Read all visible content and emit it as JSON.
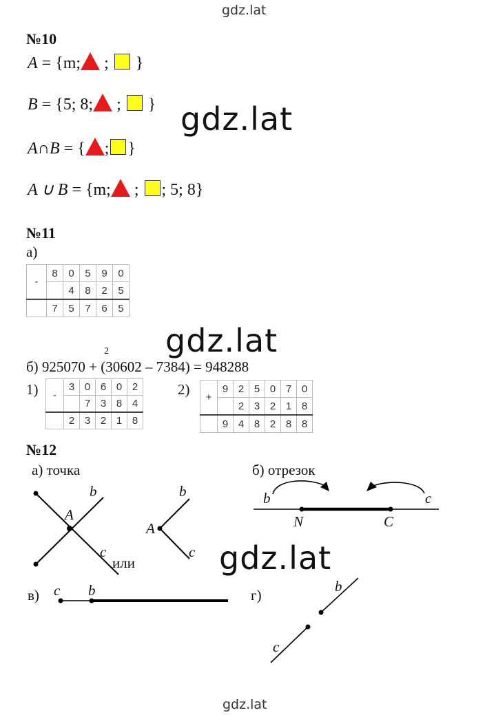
{
  "watermark": {
    "top": "gdz.lat",
    "bottom": "gdz.lat",
    "big": "gdz.lat"
  },
  "task10": {
    "number": "№10",
    "a_prefix": "A",
    "a_eq": " = {m;",
    "a_sep": " ; ",
    "a_close": " }",
    "b_prefix": "B",
    "b_eq": " = {5; 8;",
    "b_sep": " ; ",
    "b_close": " }",
    "ab_prefix": "A∩B",
    "ab_eq": " = {",
    "ab_sep": ";",
    "ab_close": "}",
    "u_prefix": "A ∪ B",
    "u_eq": " = {m;",
    "u_sep": " ; ",
    "u_close": "; 5; 8}"
  },
  "task11": {
    "number": "№11",
    "part_a": "а)",
    "table_a": {
      "sign": "-",
      "rows": [
        [
          "8",
          "0",
          "5",
          "9",
          "0"
        ],
        [
          "",
          "4",
          "8",
          "2",
          "5"
        ],
        [
          "7",
          "5",
          "7",
          "6",
          "5"
        ]
      ]
    },
    "part_b_line": "б) 925070 + (30602 – 7384) = 948288",
    "part_b_mark": "2",
    "step1_label": "1)",
    "table1": {
      "sign": "-",
      "rows": [
        [
          "3",
          "0",
          "6",
          "0",
          "2"
        ],
        [
          "",
          "7",
          "3",
          "8",
          "4"
        ],
        [
          "2",
          "3",
          "2",
          "1",
          "8"
        ]
      ]
    },
    "step2_label": "2)",
    "table2": {
      "sign": "+",
      "rows": [
        [
          "9",
          "2",
          "5",
          "0",
          "7",
          "0"
        ],
        [
          "",
          "2",
          "3",
          "2",
          "1",
          "8"
        ],
        [
          "9",
          "4",
          "8",
          "2",
          "8",
          "8"
        ]
      ]
    }
  },
  "task12": {
    "number": "№12",
    "part_a": "а) точка",
    "part_b": "б) отрезок",
    "part_v": "в)",
    "part_g": "г)",
    "or": "или",
    "pt_A": "A",
    "pt_b": "b",
    "pt_c": "c",
    "pt_N": "N",
    "pt_C": "C"
  },
  "colors": {
    "triangle": "#e31b1b",
    "square": "#ffff1a"
  }
}
